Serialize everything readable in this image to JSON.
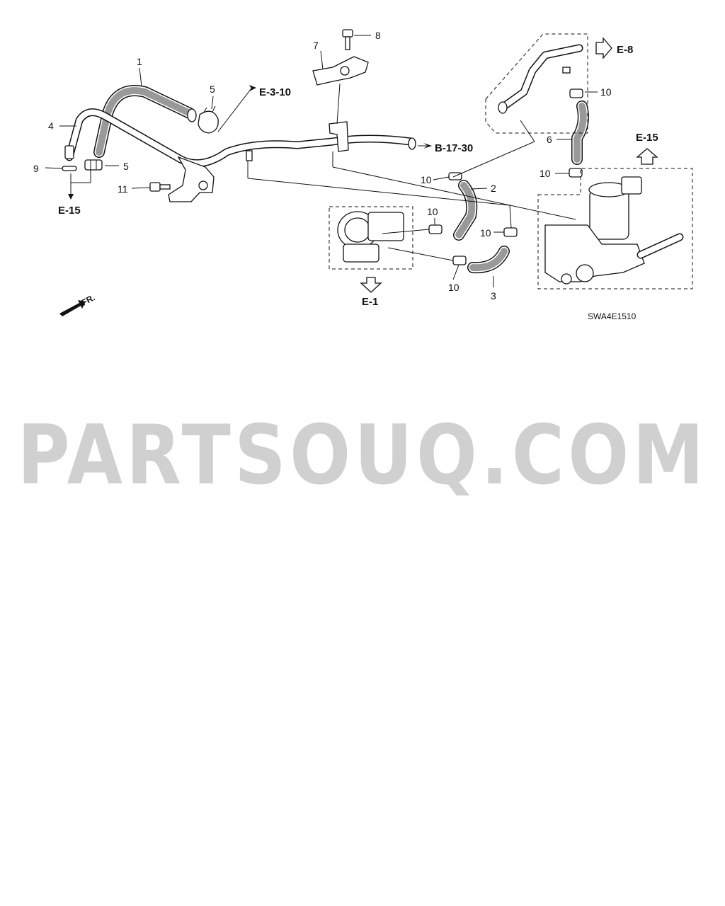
{
  "callouts": {
    "c1": "1",
    "c2": "2",
    "c3": "3",
    "c4": "4",
    "c5a": "5",
    "c5b": "5",
    "c6": "6",
    "c7": "7",
    "c8": "8",
    "c9": "9",
    "c10a": "10",
    "c10b": "10",
    "c10c": "10",
    "c10d": "10",
    "c10e": "10",
    "c10f": "10",
    "c11": "11"
  },
  "references": {
    "e3_10": "E-3-10",
    "b17_30": "B-17-30",
    "e15_left": "E-15",
    "e15_right": "E-15",
    "e8": "E-8",
    "e1": "E-1"
  },
  "diagram_code": "SWA4E1510",
  "front_marker": "FR.",
  "watermark": "PARTSOUQ.COM"
}
